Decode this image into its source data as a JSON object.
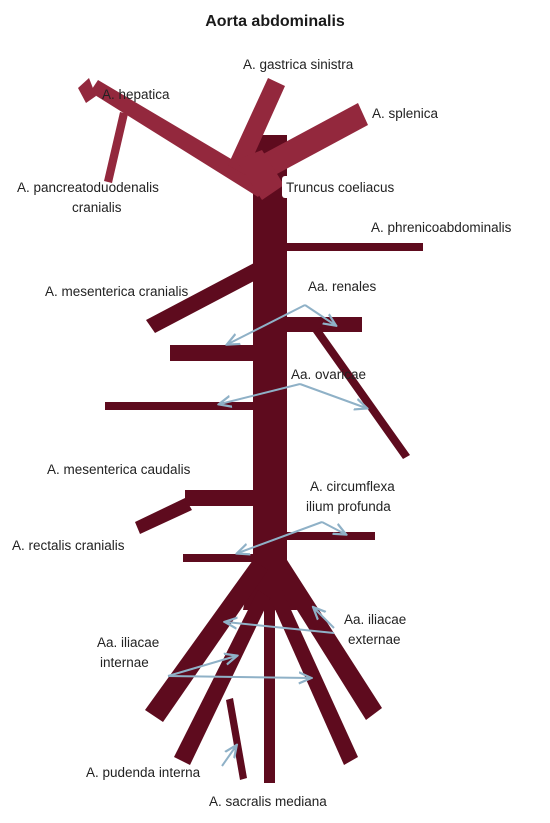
{
  "title": "Aorta abdominalis",
  "colors": {
    "trunk": "#5e0b1e",
    "coeliac": "#93283d",
    "pointer": "#8fb1c7",
    "text": "#222222"
  },
  "labels": {
    "gastrica_sinistra": "A. gastrica sinistra",
    "hepatica": "A. hepatica",
    "splenica": "A. splenica",
    "pancreatoduodenalis_1": "A. pancreatoduodenalis",
    "pancreatoduodenalis_2": "cranialis",
    "truncus_coeliacus": "Truncus coeliacus",
    "phrenicoabdominalis": "A. phrenicoabdominalis",
    "mesenterica_cranialis": "A. mesenterica cranialis",
    "renales": "Aa. renales",
    "ovaricae": "Aa. ovaricae",
    "mesenterica_caudalis": "A. mesenterica caudalis",
    "circumflexa_1": "A. circumflexa",
    "circumflexa_2": "ilium profunda",
    "rectalis_cranialis": "A. rectalis cranialis",
    "iliacae_externae_1": "Aa. iliacae",
    "iliacae_externae_2": "externae",
    "iliacae_internae_1": "Aa. iliacae",
    "iliacae_internae_2": "internae",
    "pudenda_interna": "A. pudenda interna",
    "sacralis_mediana": "A. sacralis mediana"
  }
}
